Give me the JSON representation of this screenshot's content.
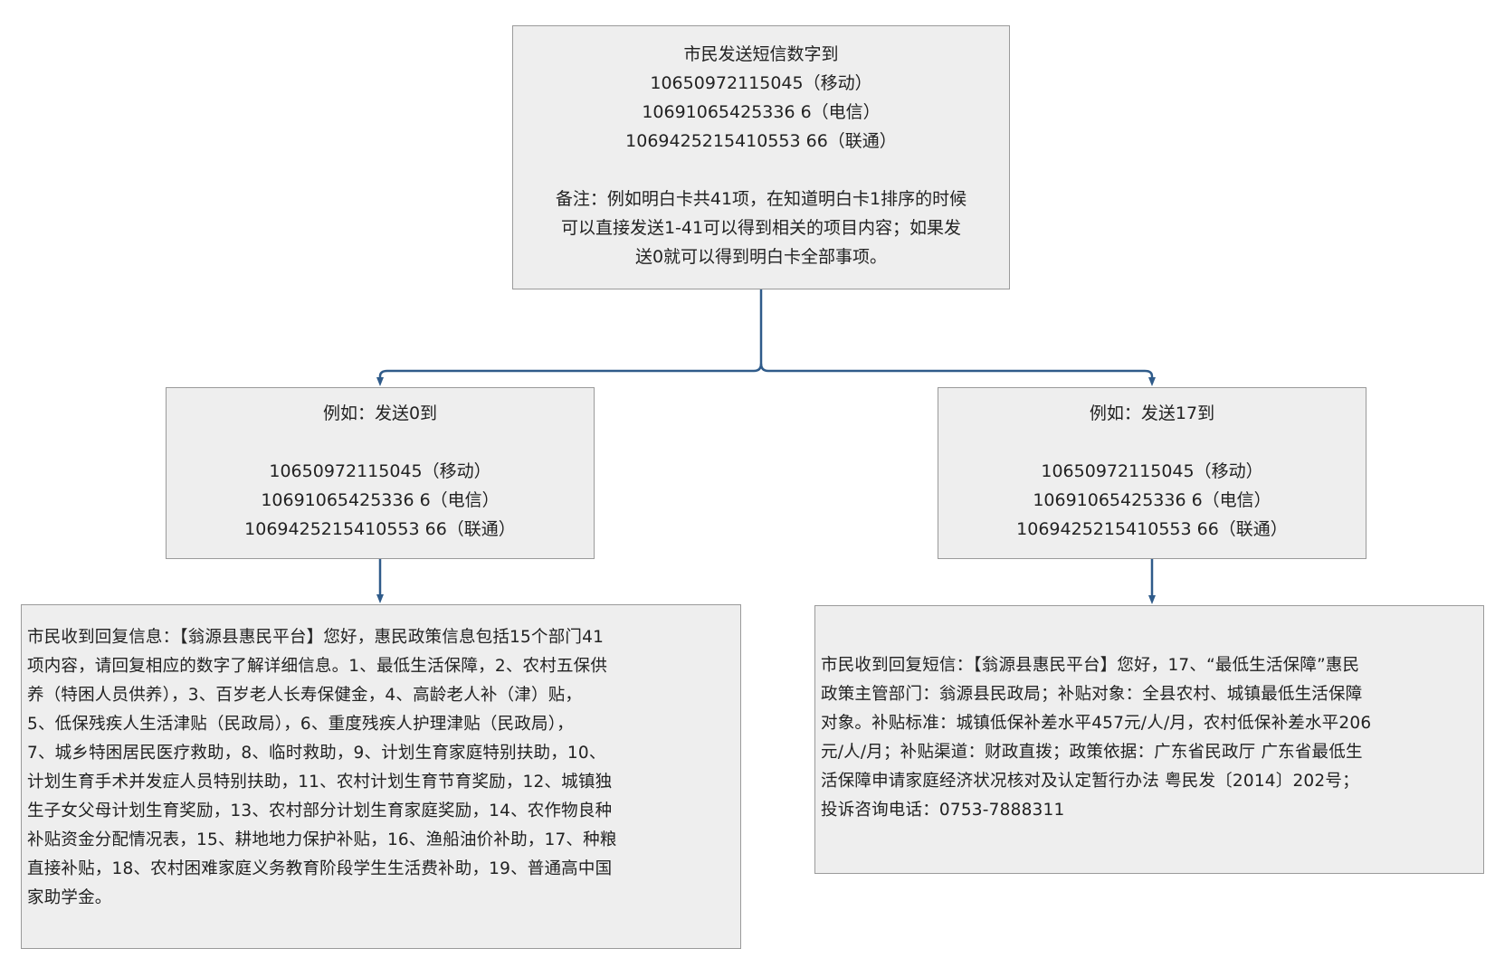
{
  "top_box": {
    "title": "市民发送短信数字到",
    "numbers": [
      "10650972115045（移动）",
      "10691065425336 6（电信）",
      "1069425215410553 66（联通）"
    ],
    "note_lines": [
      "备注：例如明白卡共41项，在知道明白卡1排序的时候",
      "可以直接发送1-41可以得到相关的项目内容；如果发",
      "送0就可以得到明白卡全部事项。"
    ]
  },
  "left_branch": {
    "title": "例如：发送0到",
    "numbers": [
      "10650972115045（移动）",
      "10691065425336 6（电信）",
      "1069425215410553 66（联通）"
    ]
  },
  "right_branch": {
    "title": "例如：发送17到",
    "numbers": [
      "10650972115045（移动）",
      "10691065425336 6（电信）",
      "1069425215410553 66（联通）"
    ]
  },
  "left_reply": {
    "lines": [
      "市民收到回复信息：【翁源县惠民平台】您好，惠民政策信息包括15个部门41",
      "项内容，请回复相应的数字了解详细信息。1、最低生活保障，2、农村五保供",
      "养（特困人员供养），3、百岁老人长寿保健金，4、高龄老人补（津）贴，",
      "5、低保残疾人生活津贴（民政局），6、重度残疾人护理津贴（民政局），",
      "7、城乡特困居民医疗救助，8、临时救助，9、计划生育家庭特别扶助，10、",
      "计划生育手术并发症人员特别扶助，11、农村计划生育节育奖励，12、城镇独",
      "生子女父母计划生育奖励，13、农村部分计划生育家庭奖励，14、农作物良种",
      "补贴资金分配情况表，15、耕地地力保护补贴，16、渔船油价补助，17、种粮",
      "直接补贴，18、农村困难家庭义务教育阶段学生生活费补助，19、普通高中国",
      "家助学金。"
    ]
  },
  "right_reply": {
    "lines": [
      "市民收到回复短信：【翁源县惠民平台】您好，17、“最低生活保障”惠民",
      "政策主管部门：翁源县民政局；补贴对象：全县农村、城镇最低生活保障",
      "对象。补贴标准：城镇低保补差水平457元/人/月，农村低保补差水平206",
      "元/人/月；补贴渠道：财政直拨；政策依据：广东省民政厅 广东省最低生",
      "活保障申请家庭经济状况核对及认定暂行办法 粤民发〔2014〕202号；",
      "投诉咨询电话：0753-7888311"
    ]
  }
}
